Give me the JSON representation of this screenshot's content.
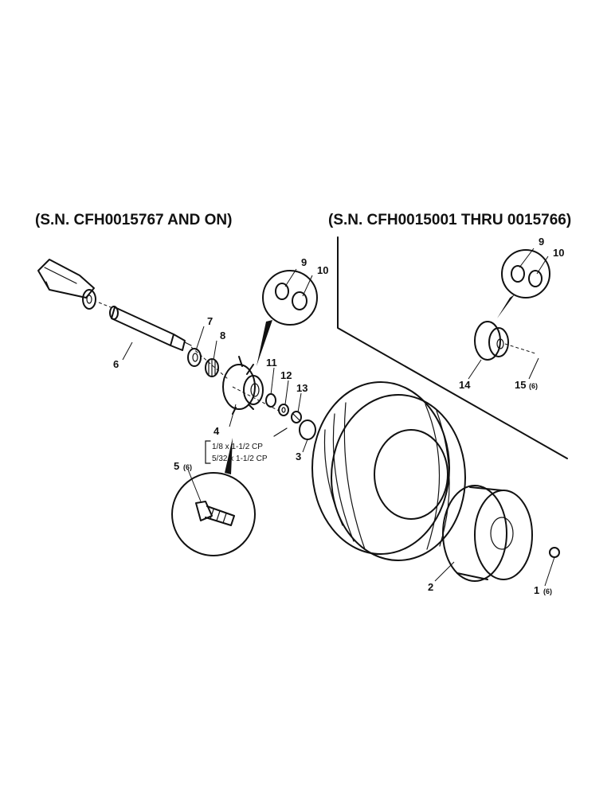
{
  "headings": {
    "left": "(S.N. CFH0015767 AND ON)",
    "right": "(S.N. CFH0015001 THRU 0015766)"
  },
  "callouts": {
    "p1": "1",
    "p1_qty": "(6)",
    "p2": "2",
    "p3": "3",
    "p4": "4",
    "p5": "5",
    "p5_qty": "(6)",
    "p6": "6",
    "p7": "7",
    "p8": "8",
    "p9_left": "9",
    "p10_left": "10",
    "p9_right": "9",
    "p10_right": "10",
    "p11": "11",
    "p12": "12",
    "p13": "13",
    "p14": "14",
    "p15": "15",
    "p15_qty": "(6)"
  },
  "cotter_pin_notes": {
    "line1": "1/8 x 1-1/2 CP",
    "line2": "5/32 x 1-1/2 CP"
  }
}
